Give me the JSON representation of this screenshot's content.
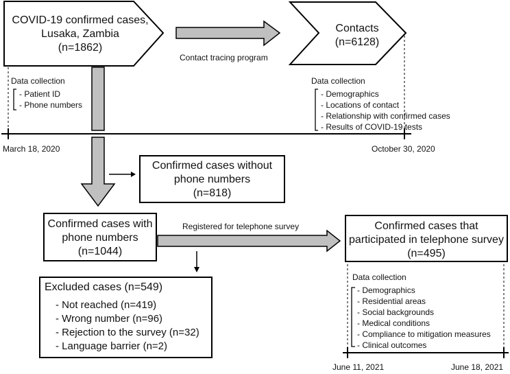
{
  "top_left_node": {
    "line1": "COVID-19 confirmed cases,",
    "line2": "Lusaka, Zambia",
    "count": "(n=1862)"
  },
  "contacts_node": {
    "line1": "Contacts",
    "count": "(n=6128)"
  },
  "contact_tracing_label": "Contact tracing program",
  "left_collection": {
    "heading": "Data collection",
    "items": [
      "- Patient ID",
      "- Phone numbers"
    ]
  },
  "right_collection": {
    "heading": "Data collection",
    "items": [
      "- Demographics",
      "- Locations of contact",
      "- Relationship with confirmed cases",
      "- Results of COVID-19 tests"
    ]
  },
  "timeline1": {
    "start": "March 18, 2020",
    "end": "October 30, 2020"
  },
  "no_phone_box": {
    "line1": "Confirmed cases without",
    "line2": "phone numbers",
    "count": "(n=818)"
  },
  "with_phone_box": {
    "line1": "Confirmed cases with",
    "line2": "phone numbers",
    "count": "(n=1044)"
  },
  "registered_label": "Registered for telephone survey",
  "participated_box": {
    "line1": "Confirmed cases that",
    "line2": "participated in telephone survey",
    "count": "(n=495)"
  },
  "excluded_box": {
    "heading": "Excluded cases (n=549)",
    "items": [
      "- Not reached (n=419)",
      "- Wrong number (n=96)",
      "- Rejection to the survey (n=32)",
      "- Language barrier (n=2)"
    ]
  },
  "survey_collection": {
    "heading": "Data collection",
    "items": [
      "- Demographics",
      "- Residential areas",
      "- Social backgrounds",
      "- Medical conditions",
      "- Compliance to mitigation measures",
      "- Clinical outcomes"
    ]
  },
  "timeline2": {
    "start": "June 11, 2021",
    "end": "June 18, 2021"
  },
  "colors": {
    "arrow_fill": "#c0c0c0",
    "stroke": "#000000"
  }
}
